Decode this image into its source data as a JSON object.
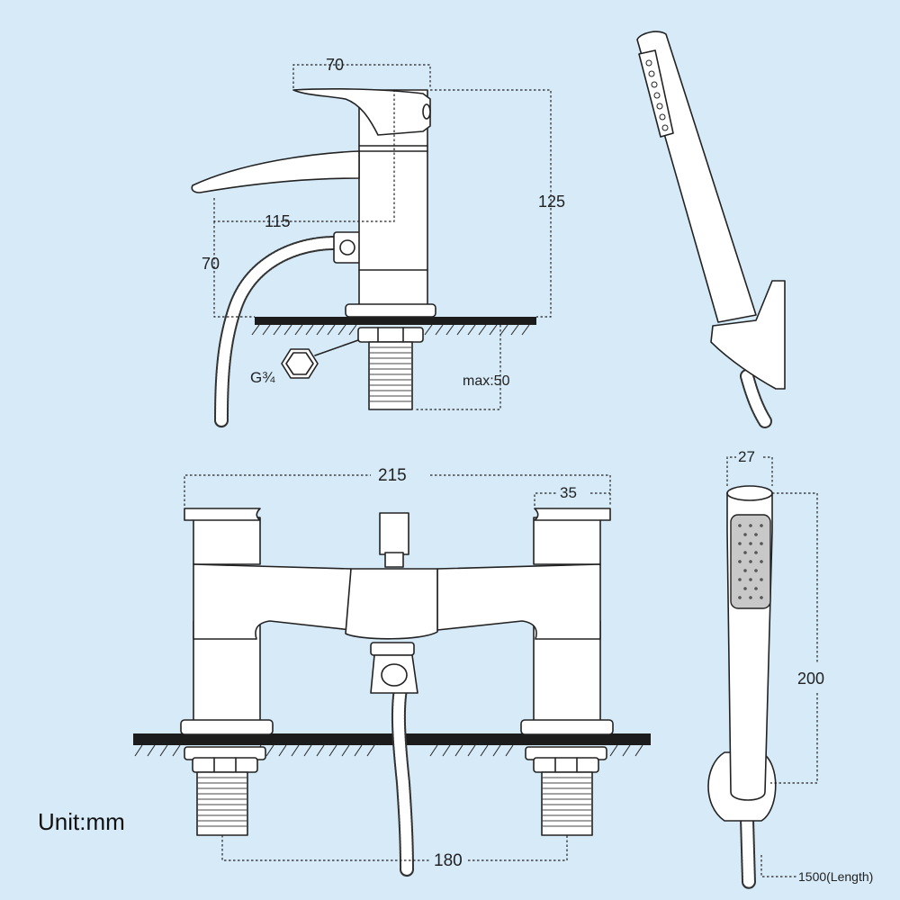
{
  "side_view": {
    "dim_handle": "70",
    "dim_reach": "115",
    "dim_height_total": "125",
    "dim_spout_height": "70",
    "dim_tail_max": "max:50",
    "thread_label": "G¾"
  },
  "front_view": {
    "dim_width": "215",
    "dim_handle_width": "35",
    "dim_centers": "180"
  },
  "handset": {
    "dim_diameter": "27",
    "dim_length": "200",
    "hose_length": "1500(Length)"
  },
  "unit_label": "Unit:mm",
  "colors": {
    "background": "#d6eaf8",
    "line": "#222222",
    "deck": "#1c1c1c",
    "spray_face": "#c8c8c8"
  }
}
